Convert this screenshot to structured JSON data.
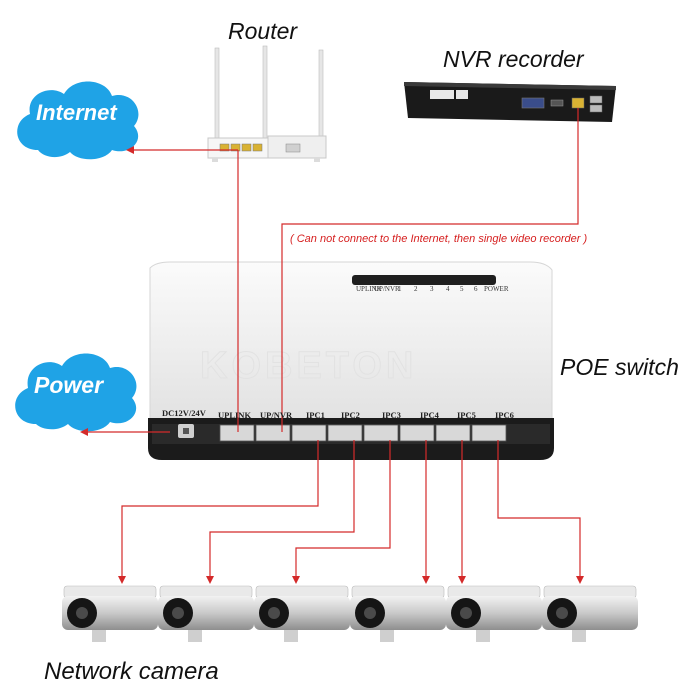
{
  "labels": {
    "router": "Router",
    "nvr": "NVR recorder",
    "internet": "Internet",
    "power": "Power",
    "poe_switch": "POE switch",
    "network_camera": "Network camera",
    "note": "( Can not connect to the Internet, then single video recorder )"
  },
  "switch_ports": {
    "dc": "DC12V/24V",
    "uplink": "UPLINK",
    "upnvr": "UP/NVR",
    "ipc": [
      "IPC1",
      "IPC2",
      "IPC3",
      "IPC4",
      "IPC5",
      "IPC6"
    ]
  },
  "switch_leds": [
    "UPLINK",
    "UP/NVR",
    "1",
    "2",
    "3",
    "4",
    "5",
    "6",
    "POWER"
  ],
  "switch_watermark": "KOBETON",
  "colors": {
    "cloud": "#1fa3e6",
    "wire": "#d42a2a",
    "device_white": "#f4f4f4",
    "switch_front": "#1b1b1b"
  }
}
